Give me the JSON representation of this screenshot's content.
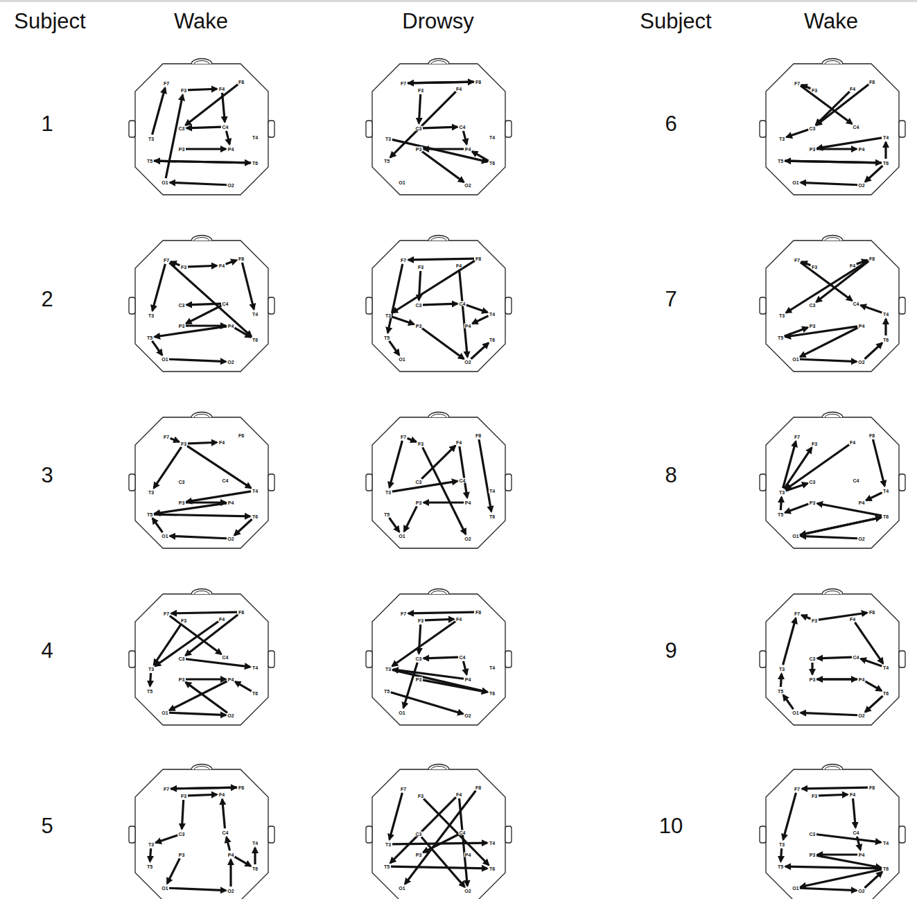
{
  "diagram": {
    "nodes": [
      {
        "text": [
          "F7",
          "F3",
          "F4",
          "F8",
          "T3",
          "C3",
          "C4",
          "T4",
          "T5",
          "P3",
          "P4",
          "T6",
          "O1",
          "O2"
        ]
      },
      {
        "text": [
          "F7",
          "F3",
          "F4",
          "F8",
          "T3",
          "C3",
          "C4",
          "T4",
          "T5",
          "P3",
          "P4",
          "T6",
          "O1",
          "O2"
        ]
      },
      {
        "text": [
          "F7",
          "F3",
          "F4",
          "F8",
          "T3",
          "C3",
          "C4",
          "T4",
          "T5",
          "P3",
          "P4",
          "T6",
          "O1",
          "O2"
        ]
      },
      {
        "text": [
          "F7",
          "F3",
          "F4",
          "F8",
          "T3",
          "C3",
          "C4",
          "T4",
          "T5",
          "P3",
          "P4",
          "T6",
          "O1",
          "O2"
        ]
      },
      {
        "text": [
          "F7",
          "F3",
          "F4",
          "F8",
          "T3",
          "C3",
          "C4",
          "T4",
          "T5",
          "P3",
          "P4",
          "T6",
          "O1",
          "O2"
        ]
      },
      {
        "text": [
          "F7",
          "F3",
          "F4",
          "F8",
          "T3",
          "C3",
          "C4",
          "T4",
          "T5",
          "P3",
          "P4",
          "T6",
          "O1",
          "O2"
        ]
      },
      {
        "text": [
          "F7",
          "F3",
          "F4",
          "F8",
          "T3",
          "C3",
          "C4",
          "T4",
          "T5",
          "P3",
          "P4",
          "T6",
          "O1",
          "O2"
        ]
      },
      {
        "text": [
          "F7",
          "F3",
          "F4",
          "F8",
          "T3",
          "C3",
          "C4",
          "T4",
          "T5",
          "P3",
          "P4",
          "T6",
          "O1",
          "O2"
        ]
      },
      {
        "text": [
          "F7",
          "F3",
          "F4",
          "F8",
          "T3",
          "C3",
          "C4",
          "T4",
          "T5",
          "P3",
          "P4",
          "T6",
          "O1",
          "O2"
        ]
      },
      {
        "text": [
          "F7",
          "F3",
          "F4",
          "F8",
          "T3",
          "C3",
          "C4",
          "T4",
          "T5",
          "P3",
          "P4",
          "T6",
          "O1",
          "O2"
        ]
      },
      {
        "text": [
          "F7",
          "F3",
          "F4",
          "F8",
          "T3",
          "C3",
          "C4",
          "T4",
          "T5",
          "P3",
          "P4",
          "T6",
          "O1",
          "O2"
        ]
      },
      {
        "text": [
          "F7",
          "F3",
          "F4",
          "F8",
          "T3",
          "C3",
          "C4",
          "T4",
          "T5",
          "P3",
          "P4",
          "T6",
          "O1",
          "O2"
        ]
      },
      {
        "text": [
          "F7",
          "F3",
          "F4",
          "F8",
          "T3",
          "C3",
          "C4",
          "T4",
          "T5",
          "P3",
          "P4",
          "T6",
          "O1",
          "O2"
        ]
      },
      {
        "text": [
          "F7",
          "F3",
          "F4",
          "F8",
          "T3",
          "C3",
          "C4",
          "T4",
          "T5",
          "P3",
          "P4",
          "T6",
          "O1",
          "O2"
        ]
      },
      {
        "text": [
          "F7",
          "F3",
          "F4",
          "F8",
          "T3",
          "C3",
          "C4",
          "T4",
          "T5",
          "P3",
          "P4",
          "T6",
          "O1",
          "O2"
        ]
      }
    ],
    "labels": [
      "Subject",
      "Wake",
      "Drowsy",
      "Subject",
      "Wake",
      "1",
      "2",
      "3",
      "4",
      "5",
      "6",
      "7",
      "8",
      "9",
      "10"
    ]
  }
}
